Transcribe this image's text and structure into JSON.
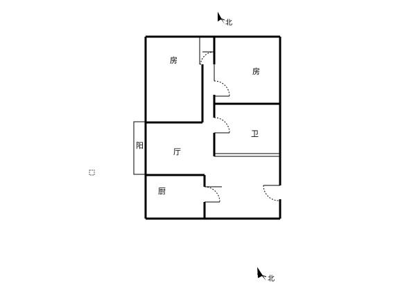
{
  "rooms": {
    "bedroom_1": "房",
    "bedroom_2": "房",
    "bathroom": "卫",
    "living_room": "厅",
    "kitchen": "厨",
    "balcony": "阳"
  },
  "compass": {
    "top_label": "北",
    "bottom_label": "北"
  }
}
